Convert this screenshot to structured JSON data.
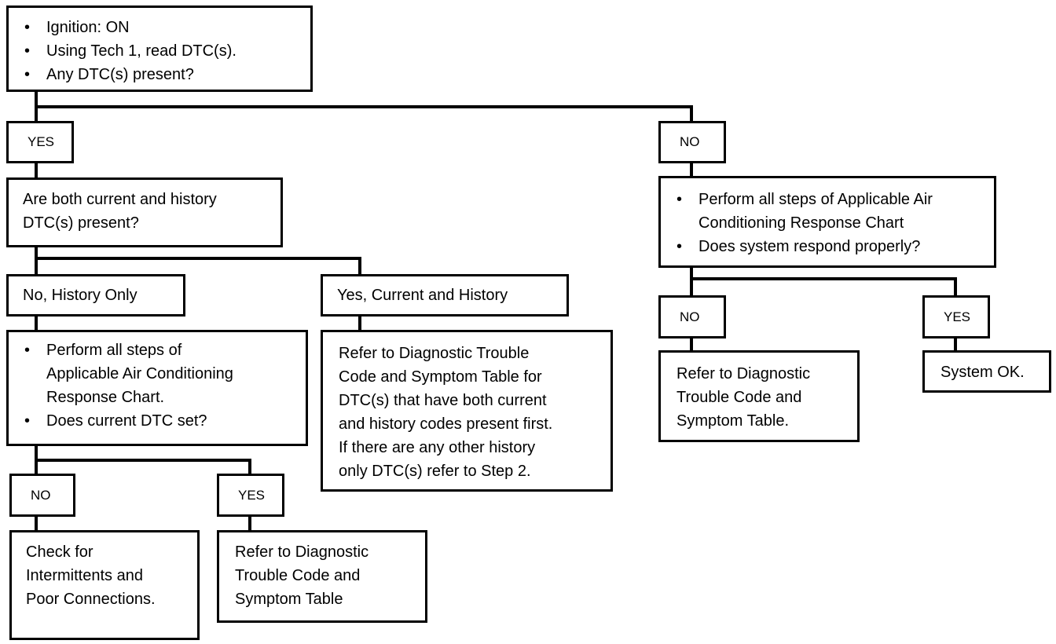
{
  "start": {
    "items": [
      "Ignition:  ON",
      "Using Tech 1, read DTC(s).",
      "Any DTC(s) present?"
    ]
  },
  "yes_branch": {
    "label": "YES",
    "question": {
      "lines": [
        "Are both current and history",
        "DTC(s) present?"
      ]
    },
    "history_only": {
      "label": "No, History Only",
      "steps": [
        {
          "lines": [
            "Perform all steps of",
            "Applicable Air Conditioning",
            "Response Chart."
          ]
        },
        {
          "lines": [
            "Does current DTC set?"
          ]
        }
      ],
      "no": {
        "label": "NO",
        "result": {
          "lines": [
            "Check for",
            "Intermittents and",
            "Poor Connections."
          ]
        }
      },
      "yes": {
        "label": "YES",
        "result": {
          "lines": [
            "Refer to Diagnostic",
            "Trouble Code and",
            "Symptom Table"
          ]
        }
      }
    },
    "current_and_history": {
      "label": "Yes, Current and History",
      "result": {
        "lines": [
          "Refer to Diagnostic Trouble",
          "Code and Symptom Table for",
          "DTC(s) that have both current",
          "and history codes present first.",
          "If there are any other history",
          "only DTC(s) refer to Step 2."
        ]
      }
    }
  },
  "no_branch": {
    "label": "NO",
    "steps": [
      {
        "lines": [
          "Perform all steps of Applicable Air",
          "Conditioning Response Chart"
        ]
      },
      {
        "lines": [
          "Does system respond properly?"
        ]
      }
    ],
    "no": {
      "label": "NO",
      "result": {
        "lines": [
          "Refer to Diagnostic",
          "Trouble Code and",
          "Symptom Table."
        ]
      }
    },
    "yes": {
      "label": "YES",
      "result": {
        "lines": [
          "System OK."
        ]
      }
    }
  }
}
